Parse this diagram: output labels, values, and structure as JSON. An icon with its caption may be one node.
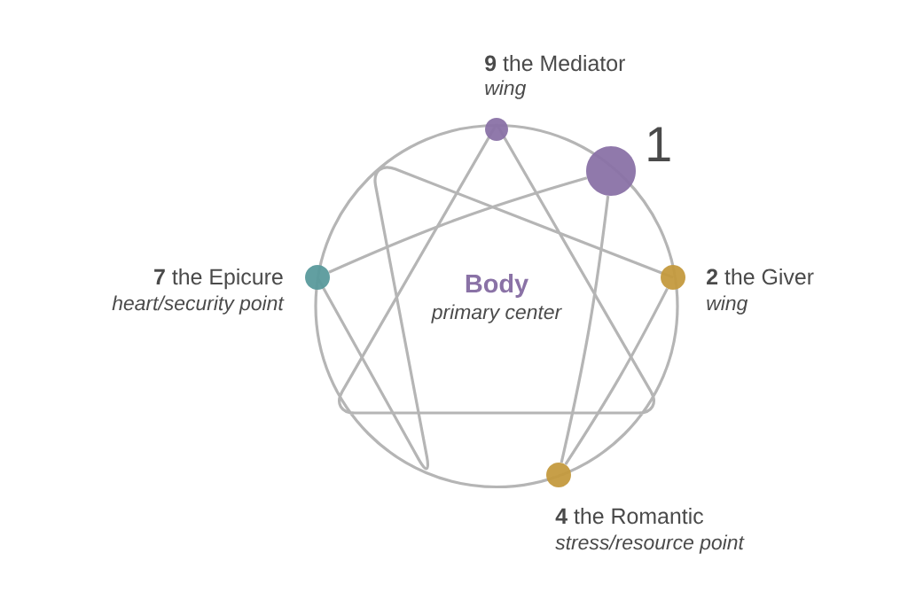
{
  "diagram": {
    "nodes": [
      {
        "text": [
          "**9** the Mediator",
          "wing"
        ]
      },
      {
        "text": [
          "1"
        ]
      },
      {
        "text": [
          "**2** the Giver",
          "wing"
        ]
      },
      {
        "text": [
          "**4** the Romantic",
          "stress/resource point"
        ]
      },
      {
        "text": [
          "**7** the Epicure",
          "heart/security point"
        ]
      }
    ],
    "edges": [
      {
        "from": 4,
        "to": 1,
        "arrow": "none"
      },
      {
        "from": 1,
        "to": 3,
        "arrow": "none"
      },
      {
        "from": 3,
        "to": 2,
        "arrow": "none"
      }
    ],
    "labels": [
      "Body",
      "primary center"
    ]
  }
}
